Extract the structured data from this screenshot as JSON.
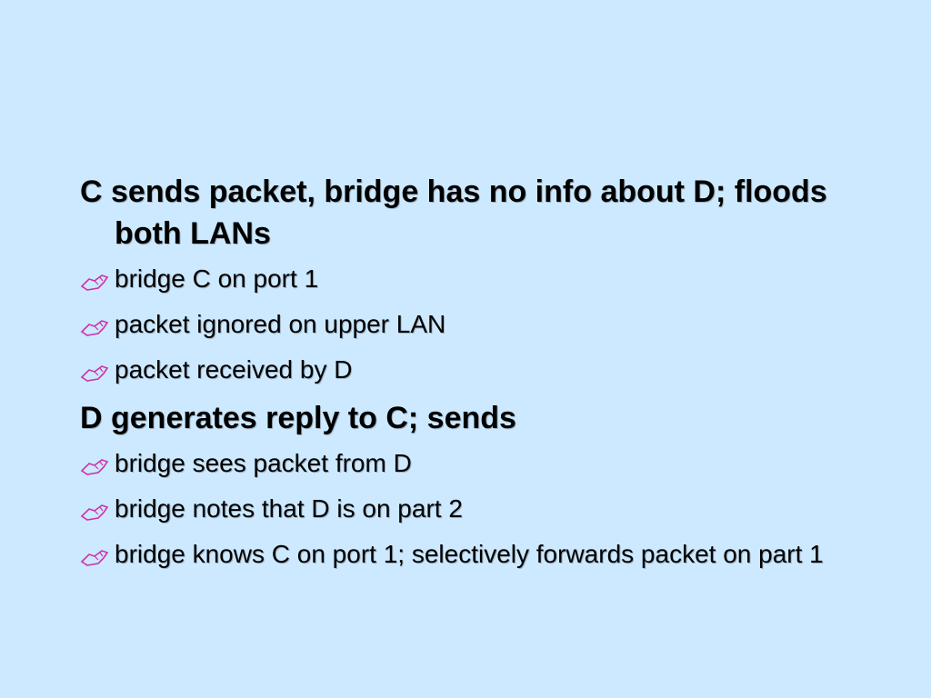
{
  "slide": {
    "bullets": [
      {
        "level": 1,
        "text": "C sends packet, bridge has no info about D; floods both LANs"
      },
      {
        "level": 2,
        "text": "bridge C on port 1",
        "icon": "hand-pointing-icon"
      },
      {
        "level": 2,
        "text": "packet ignored on upper LAN",
        "icon": "hand-pointing-icon"
      },
      {
        "level": 2,
        "text": "packet received by D",
        "icon": "hand-pointing-icon"
      },
      {
        "level": 1,
        "text": "D generates reply to C; sends"
      },
      {
        "level": 2,
        "text": "bridge sees packet from D",
        "icon": "hand-pointing-icon"
      },
      {
        "level": 2,
        "text": "bridge notes that D is on part 2",
        "icon": "hand-pointing-icon"
      },
      {
        "level": 2,
        "text": "bridge knows C on port 1; selectively forwards packet on part 1",
        "icon": "hand-pointing-icon"
      }
    ]
  },
  "colors": {
    "background": "#cce9ff",
    "text": "#000000",
    "bullet_icon": "#cc33aa"
  }
}
